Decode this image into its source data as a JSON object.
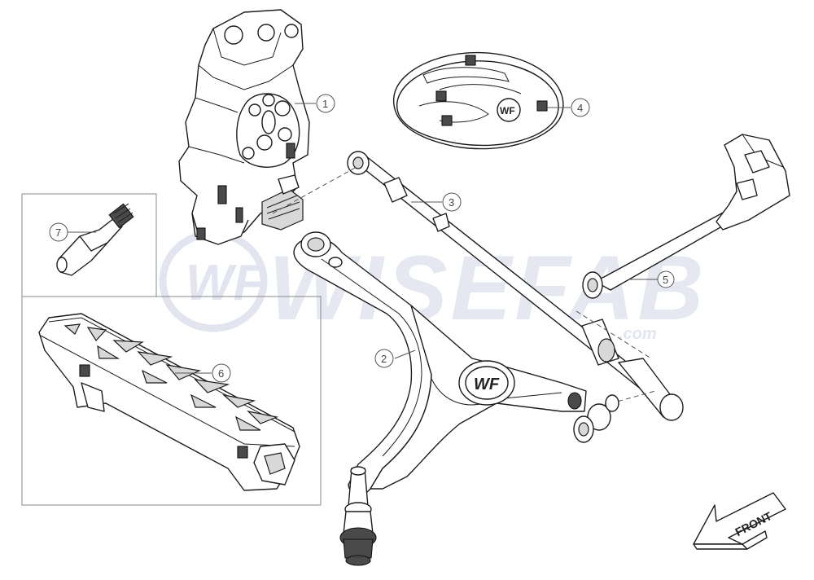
{
  "diagram": {
    "watermark_text": "WISEFAB",
    "watermark_suffix": ".com",
    "watermark_logo_letters": "WF",
    "front_arrow_label": "FRONT",
    "colors": {
      "line": "#1c1c1c",
      "watermark": "#dfe2ee",
      "shade": "#d8d8d8"
    },
    "callouts": [
      {
        "id": "1",
        "label": "1",
        "part": "knuckle"
      },
      {
        "id": "2",
        "label": "2",
        "part": "lower-control-arm"
      },
      {
        "id": "3",
        "label": "3",
        "part": "tie-rod"
      },
      {
        "id": "4",
        "label": "4",
        "part": "top-mount-plate"
      },
      {
        "id": "5",
        "label": "5",
        "part": "tension-rod"
      },
      {
        "id": "6",
        "label": "6",
        "part": "subframe-bracket"
      },
      {
        "id": "7",
        "label": "7",
        "part": "grease-fitting"
      }
    ]
  }
}
